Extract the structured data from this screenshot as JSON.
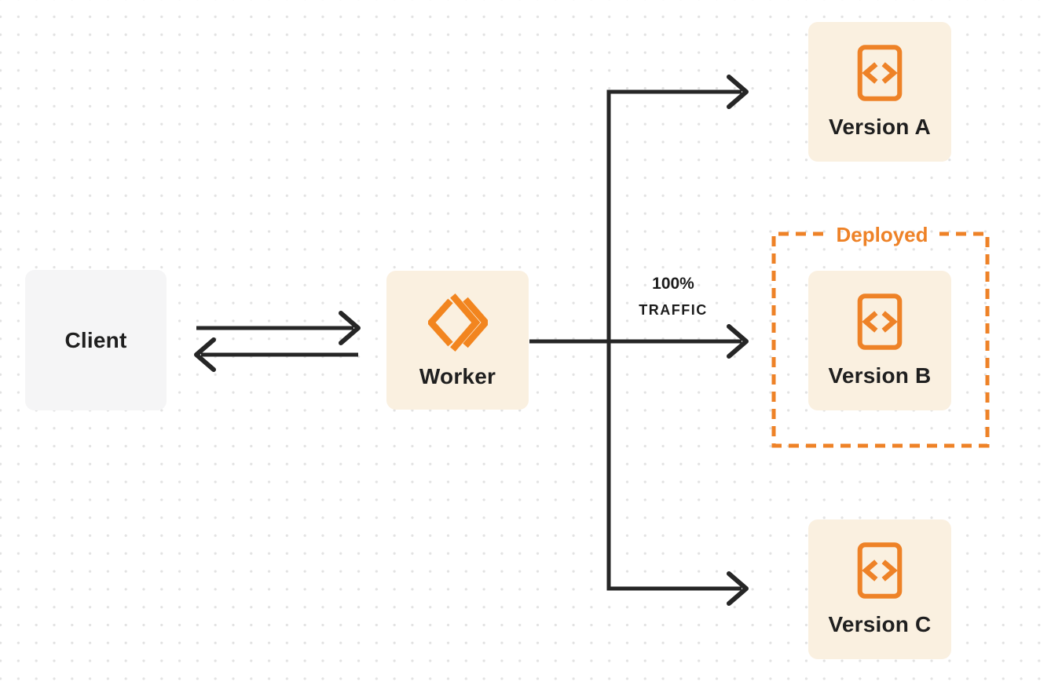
{
  "title": "Worker version traffic routing diagram",
  "colors": {
    "background": "#FFFFFF",
    "dot_grid": "#E2E2E2",
    "accent_orange": "#EE8227",
    "panel_cream": "#FAF0E0",
    "panel_gray": "#F5F5F6",
    "connector_dark": "#262626",
    "text_dark": "#1F1F1F"
  },
  "nodes": {
    "client": {
      "label": "Client"
    },
    "worker": {
      "label": "Worker",
      "icon": "worker-double-chevron-icon"
    },
    "version_a": {
      "label": "Version A",
      "icon": "code-file-icon"
    },
    "version_b": {
      "label": "Version B",
      "icon": "code-file-icon"
    },
    "version_c": {
      "label": "Version C",
      "icon": "code-file-icon"
    }
  },
  "annotations": {
    "deployed": {
      "label": "Deployed"
    },
    "traffic": {
      "line1": "100%",
      "line2": "TRAFFIC"
    }
  },
  "connections": [
    {
      "from": "client",
      "to": "worker",
      "direction": "right"
    },
    {
      "from": "worker",
      "to": "client",
      "direction": "left"
    },
    {
      "from": "worker",
      "to": "version_a",
      "direction": "right"
    },
    {
      "from": "worker",
      "to": "version_b",
      "direction": "right",
      "label": "100% TRAFFIC"
    },
    {
      "from": "worker",
      "to": "version_c",
      "direction": "right"
    },
    {
      "boundary": "deployed",
      "around": "version_b",
      "style": "dashed-orange"
    }
  ]
}
